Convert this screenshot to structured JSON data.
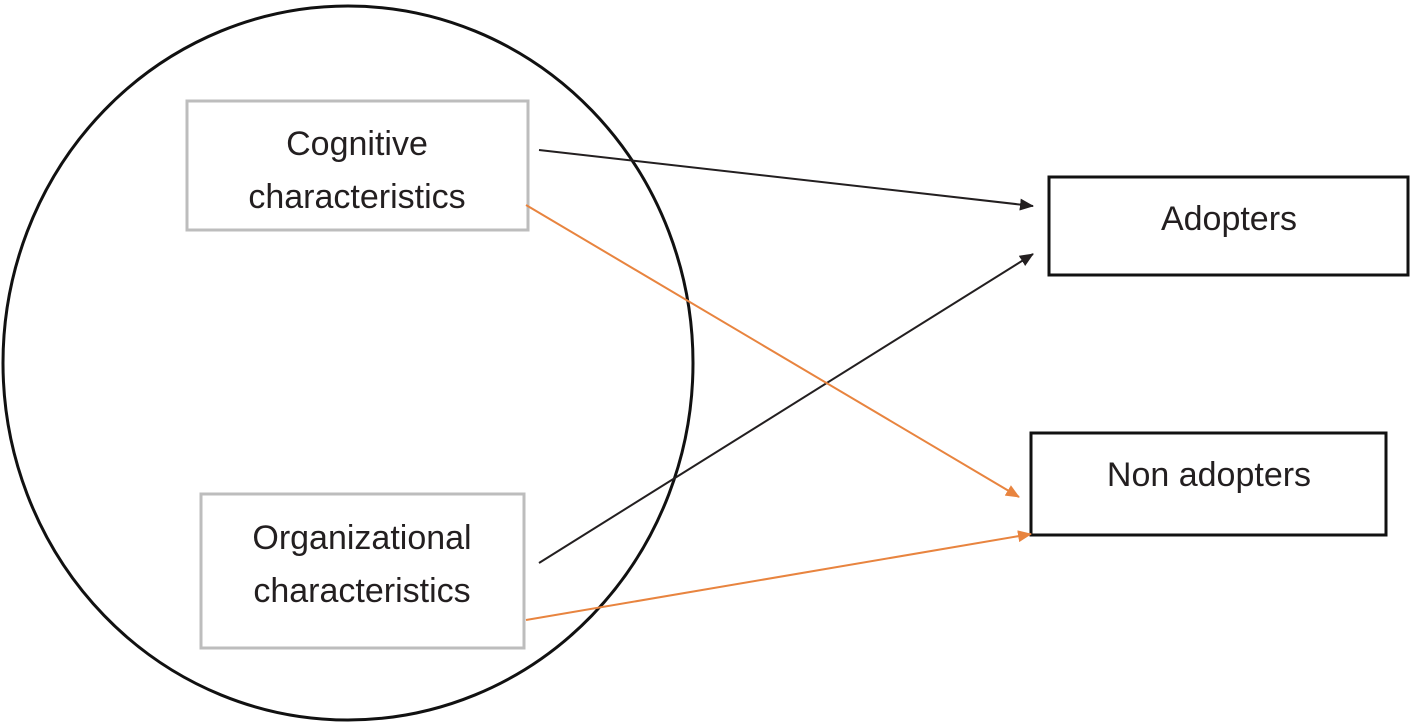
{
  "nodes": {
    "cognitive": {
      "line1": "Cognitive",
      "line2": "characteristics"
    },
    "organizational": {
      "line1": "Organizational",
      "line2": "characteristics"
    },
    "adopters": {
      "label": "Adopters"
    },
    "non_adopters": {
      "label": "Non adopters"
    }
  },
  "colors": {
    "black_arrow": "#231f20",
    "orange_arrow": "#e8843f",
    "grey_border": "#bdbdbd",
    "dark_border": "#111111"
  }
}
